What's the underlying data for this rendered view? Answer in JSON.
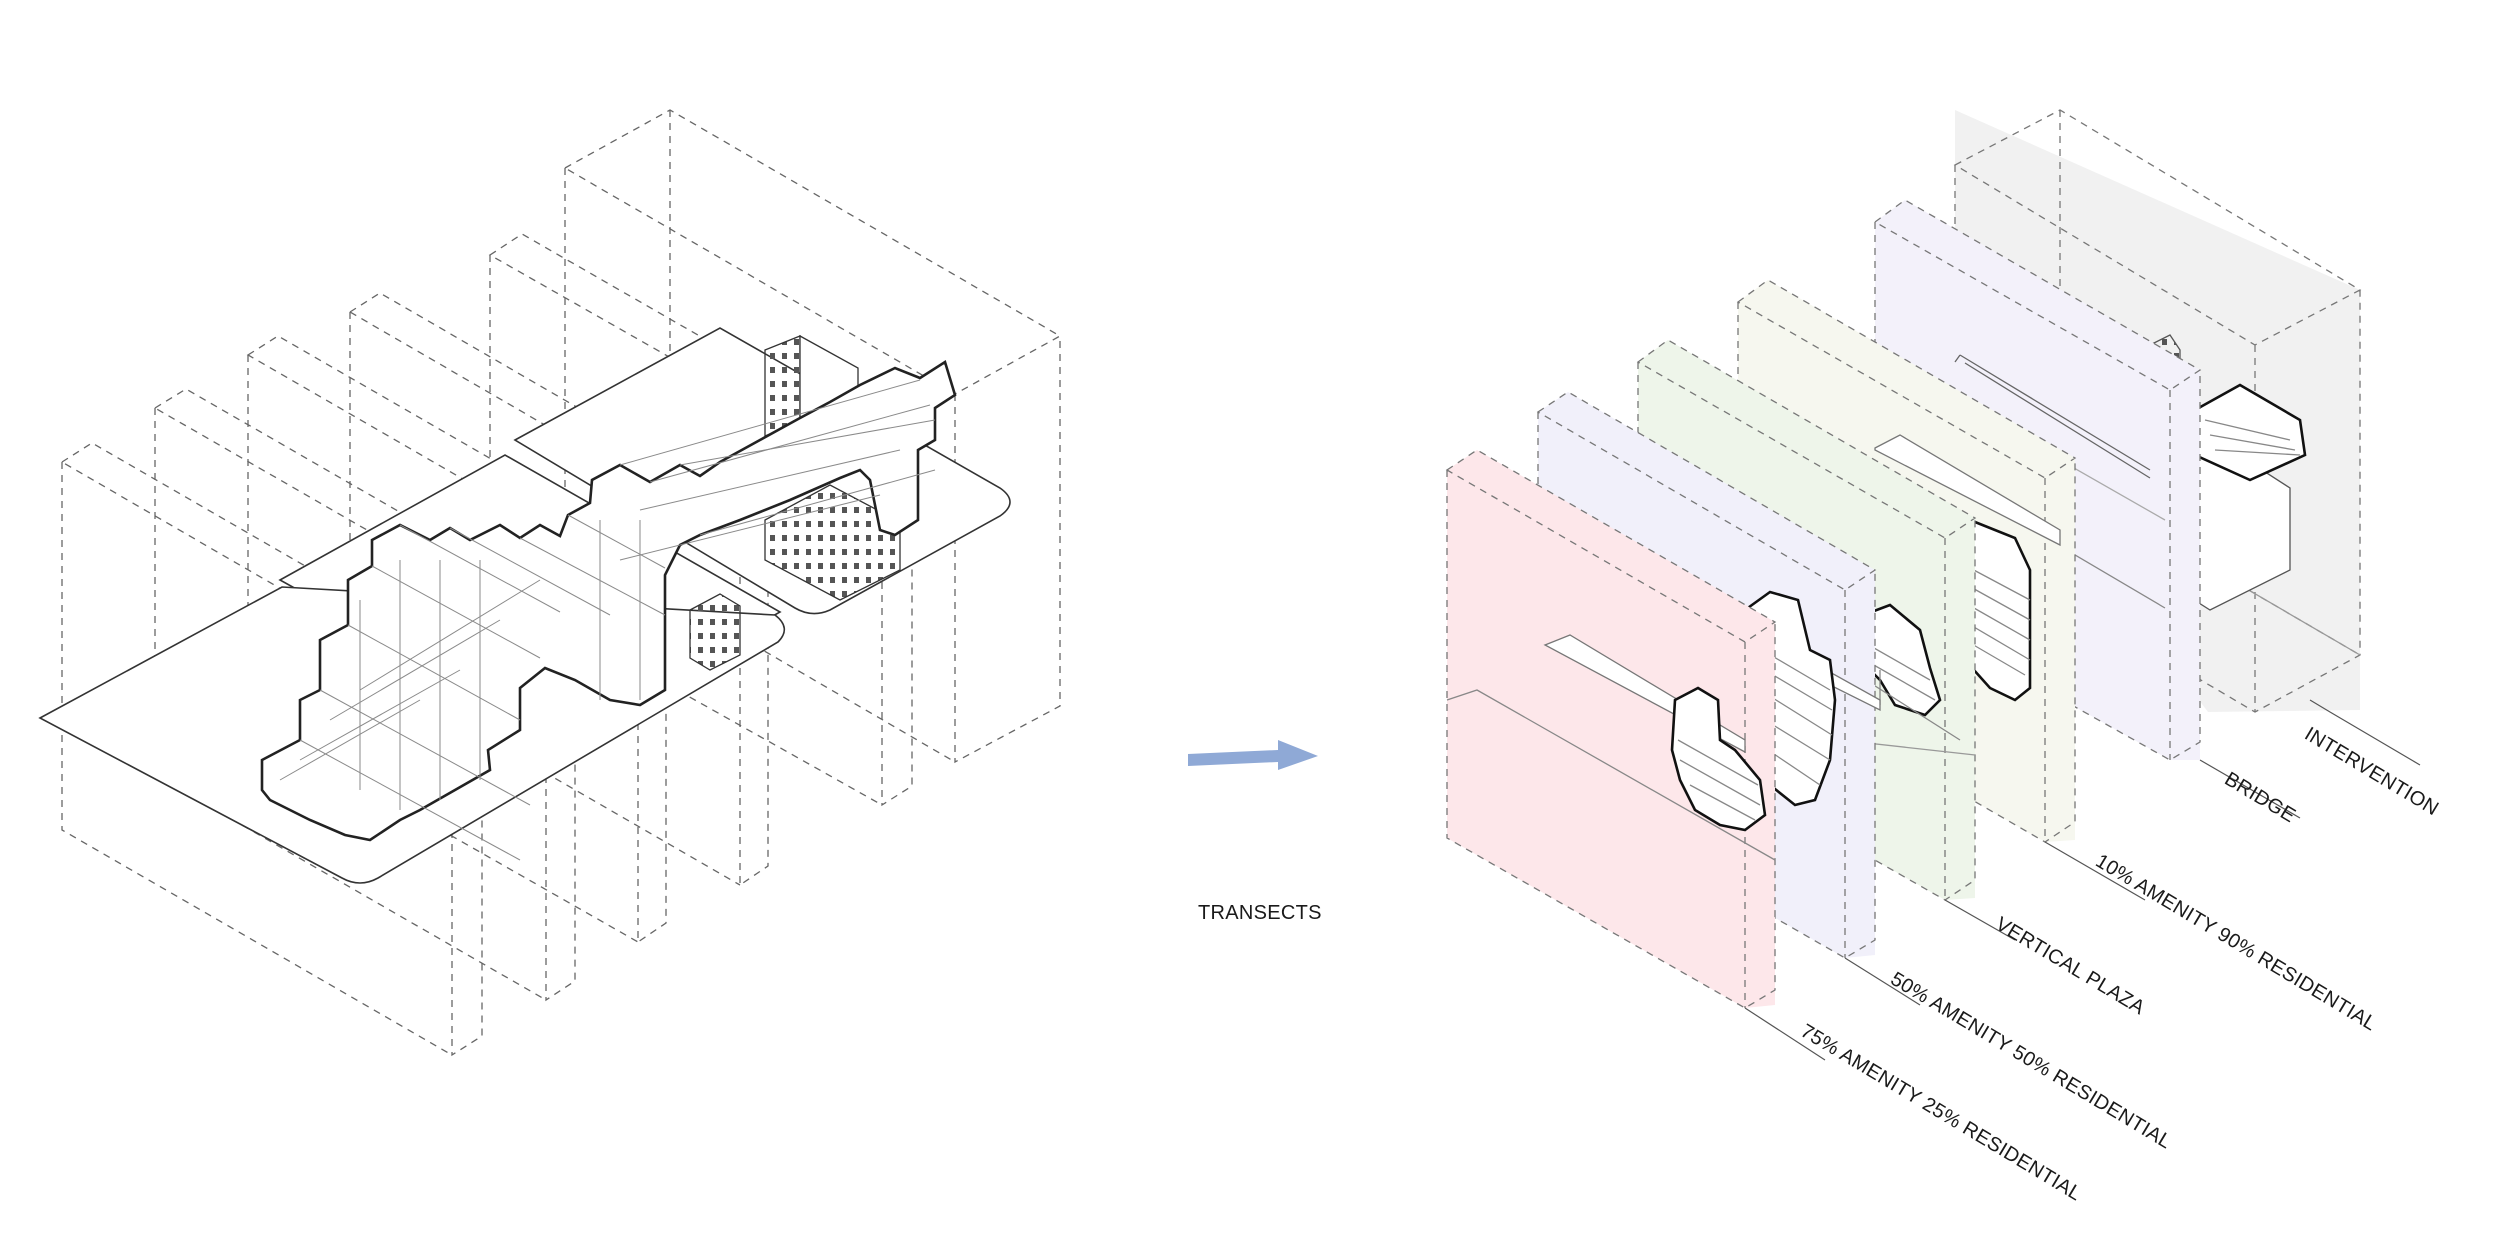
{
  "center_label": "TRANSECTS",
  "layer_labels": [
    "INTERVENTION",
    "BRIDGE",
    "10% AMENITY  90% RESIDENTIAL",
    "VERTICAL PLAZA",
    "50% AMENITY  50% RESIDENTIAL",
    "75% AMENITY  25% RESIDENTIAL"
  ],
  "colors": {
    "line": "#333333",
    "dashed": "#666666",
    "arrow": "#8fa9d6",
    "layer_75_amenity": "#fde7ea",
    "layer_50_amenity": "#f1f0fa",
    "layer_vertical_plaza": "#eef5ea",
    "layer_10_amenity": "#f6f7ef",
    "layer_bridge": "#f3f1fa",
    "layer_intervention": "#f1f1f1"
  }
}
